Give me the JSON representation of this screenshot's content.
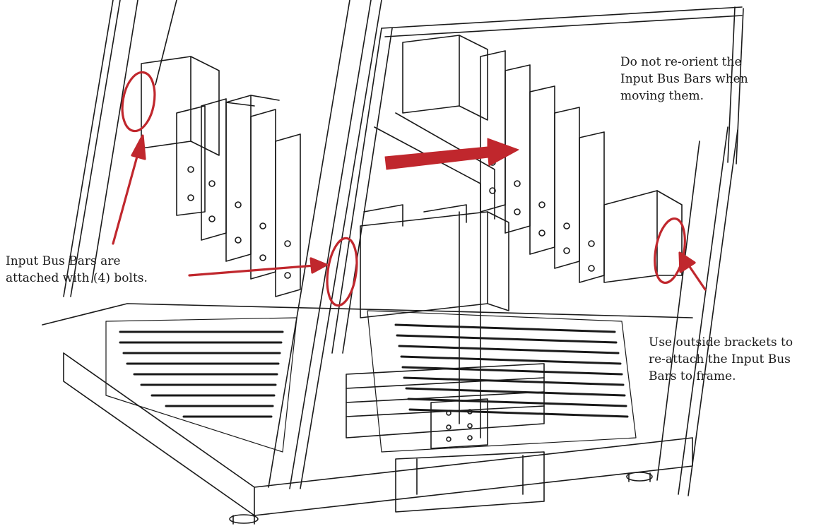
{
  "diagram": {
    "callouts": {
      "do_not_reorient": "Do not re-orient the\nInput Bus Bars when\nmoving them.",
      "attached_with_bolts": "Input Bus Bars are\nattached with (4) bolts.",
      "use_outside_brackets": "Use outside brackets  to\nre-attach the Input Bus\nBars to frame."
    },
    "colors": {
      "annotation": "#c0272d",
      "linework": "#1a1a1a",
      "background": "#ffffff"
    }
  }
}
